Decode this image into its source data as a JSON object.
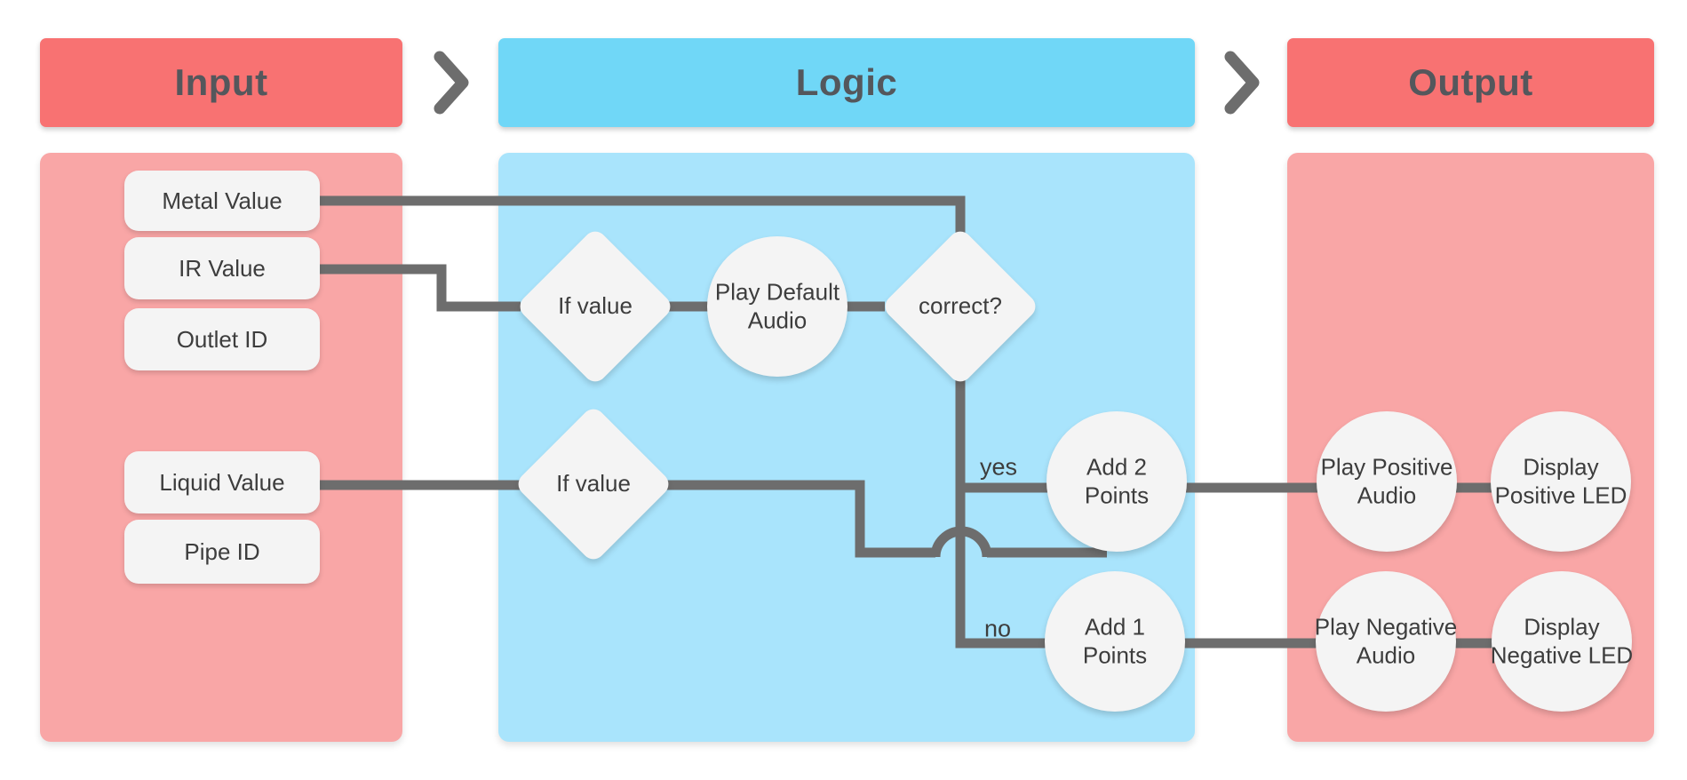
{
  "colors": {
    "header_red": "#f87272",
    "panel_pink": "#f9a6a6",
    "header_blue": "#70d7f7",
    "panel_blue": "#a9e4fc",
    "connector_gray": "#6d6d6d",
    "node_fill": "#f4f4f4",
    "node_text": "#3d3d3d",
    "header_text": "#54575c"
  },
  "headers": {
    "input": "Input",
    "logic": "Logic",
    "output": "Output"
  },
  "inputs": {
    "metal": "Metal Value",
    "ir": "IR Value",
    "outlet": "Outlet ID",
    "liquid": "Liquid Value",
    "pipe": "Pipe ID"
  },
  "logic": {
    "if_value_top": "If value",
    "play_default_audio": "Play Default Audio",
    "correct": "correct?",
    "if_value_bottom": "If value",
    "yes": "yes",
    "no": "no",
    "add_2_points": "Add 2 Points",
    "add_1_points": "Add 1 Points"
  },
  "outputs": {
    "play_positive_audio": "Play Positive Audio",
    "display_positive_led": "Display Positive LED",
    "play_negative_audio": "Play Negative Audio",
    "display_negative_led": "Display Negative LED"
  }
}
